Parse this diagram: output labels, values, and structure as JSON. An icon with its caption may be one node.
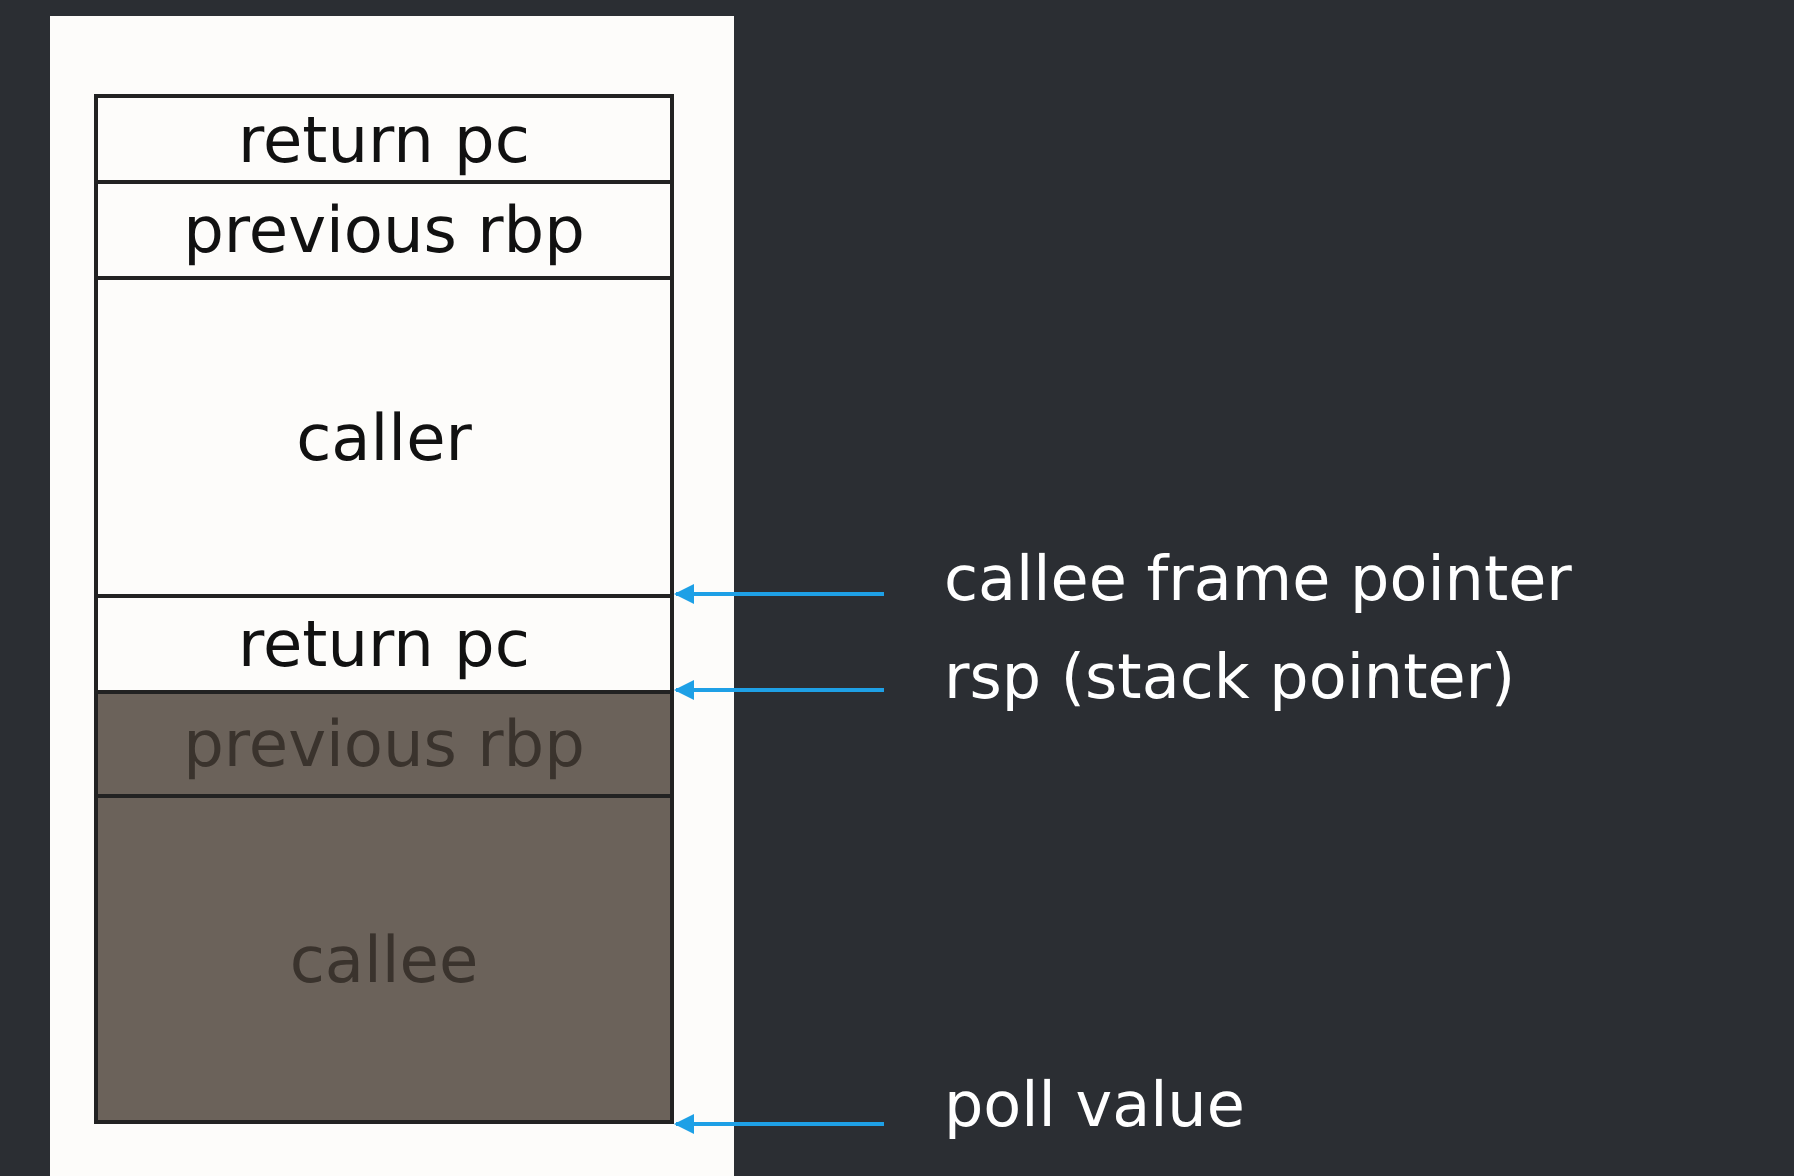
{
  "diagram": {
    "nodes": [
      {
        "text": [
          "return pc"
        ]
      },
      {
        "text": [
          "previous rbp"
        ]
      },
      {
        "text": [
          "caller"
        ]
      },
      {
        "text": [
          "return pc"
        ]
      },
      {
        "text": [
          "previous rbp"
        ]
      },
      {
        "text": [
          "callee"
        ]
      },
      {
        "text": [
          "callee frame pointer"
        ]
      },
      {
        "text": [
          "rsp (stack pointer)"
        ]
      },
      {
        "text": [
          "poll value"
        ]
      }
    ],
    "edges": [
      {
        "from": 6,
        "to": 3,
        "arrow": "to"
      },
      {
        "from": 7,
        "to": 4,
        "arrow": "to"
      },
      {
        "from": 8,
        "to": 5,
        "arrow": "to"
      }
    ]
  }
}
